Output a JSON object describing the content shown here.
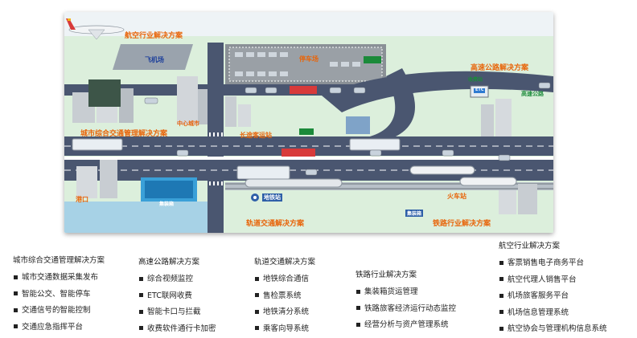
{
  "map": {
    "labels": {
      "aviation": "航空行业解决方案",
      "airport": "飞机场",
      "parking": "停车场",
      "highway": "高速公路解决方案",
      "toll": "收费站",
      "etc": "ETC",
      "expressway": "高速公路",
      "city_center": "中心城市",
      "city_traffic": "城市综合交通管理解决方案",
      "bus_station": "长途客运站",
      "port": "港口",
      "container_yard": "集装箱",
      "metro_station": "地铁站",
      "railway_station": "火车站",
      "rail_container": "集装箱",
      "rail_transit": "轨道交通解决方案",
      "railway": "铁路行业解决方案"
    },
    "colors": {
      "ground": "#dcefdc",
      "road": "#4a5670",
      "sky": "#eef3f6",
      "accent": "#e8650a"
    }
  },
  "columns": [
    {
      "title": "城市综合交通管理解决方案",
      "items": [
        "城市交通数据采集发布",
        "智能公交、智能停车",
        "交通信号的智能控制",
        "交通应急指挥平台"
      ]
    },
    {
      "title": "高速公路解决方案",
      "items": [
        "综合视频监控",
        "ETC联网收费",
        "智能卡口与拦截",
        "收费软件通行卡加密"
      ]
    },
    {
      "title": "轨道交通解决方案",
      "items": [
        "地铁综合通信",
        "售检票系统",
        "地铁清分系统",
        "乘客向导系统"
      ]
    },
    {
      "title": "铁路行业解决方案",
      "items": [
        "集装箱货运管理",
        "铁路旅客经济运行动态监控",
        "经营分析与资产管理系统"
      ]
    },
    {
      "title": "航空行业解决方案",
      "items": [
        "客票销售电子商务平台",
        "航空代理人销售平台",
        "机场旅客服务平台",
        "机场信息管理系统",
        "航空协会与管理机构信息系统"
      ]
    }
  ]
}
